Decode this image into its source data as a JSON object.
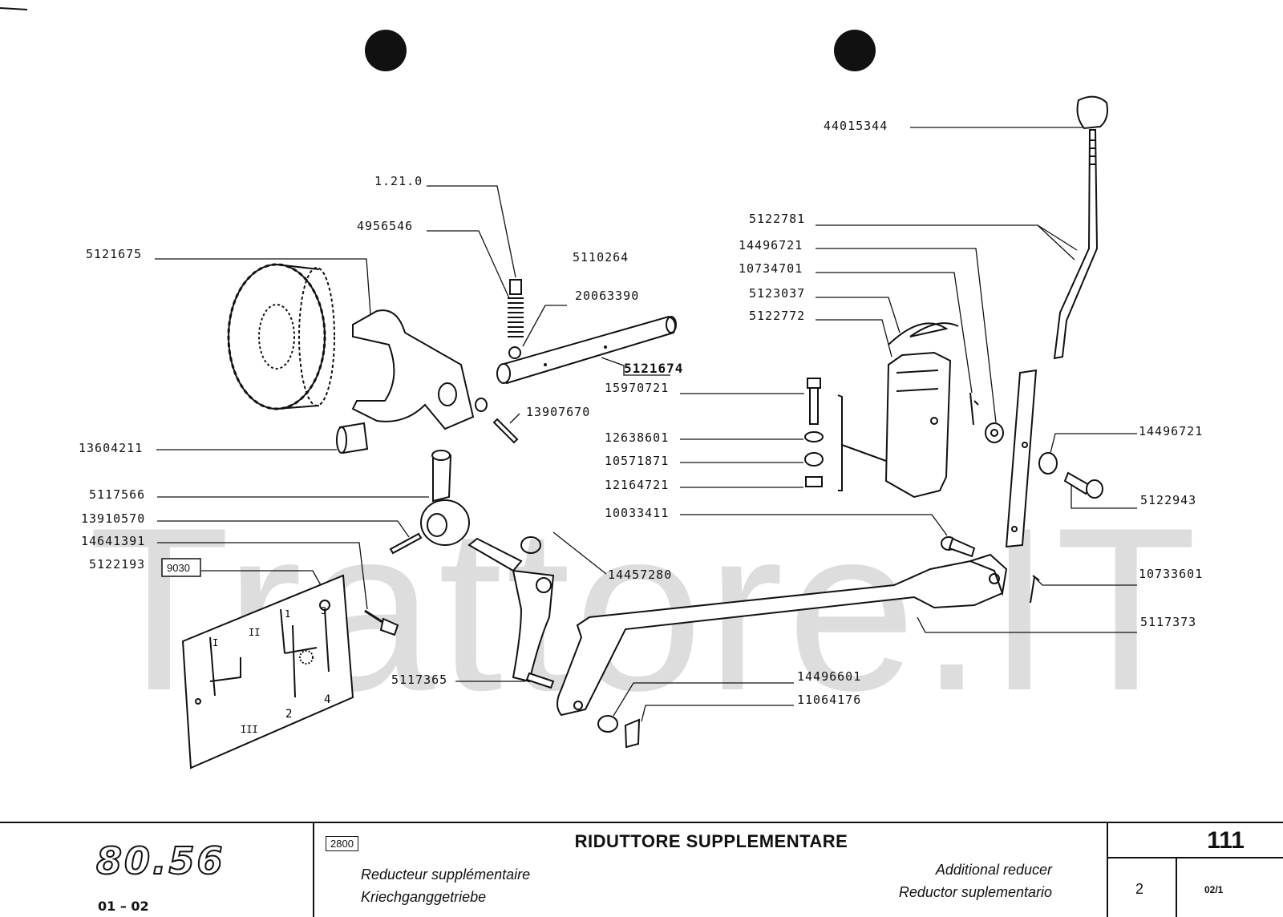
{
  "watermark": "Trattore.IT",
  "diagram": {
    "parts": [
      {
        "code": "1.21.0"
      },
      {
        "code": "4956546"
      },
      {
        "code": "5121675"
      },
      {
        "code": "5110264"
      },
      {
        "code": "20063390"
      },
      {
        "code": "5121674"
      },
      {
        "code": "13907670"
      },
      {
        "code": "13604211"
      },
      {
        "code": "5117566"
      },
      {
        "code": "13910570"
      },
      {
        "code": "14641391"
      },
      {
        "code": "5122193"
      },
      {
        "code": "9030"
      },
      {
        "code": "14457280"
      },
      {
        "code": "5117365"
      },
      {
        "code": "14496601"
      },
      {
        "code": "11064176"
      },
      {
        "code": "44015344"
      },
      {
        "code": "5122781"
      },
      {
        "code": "14496721"
      },
      {
        "code": "10734701"
      },
      {
        "code": "5123037"
      },
      {
        "code": "5122772"
      },
      {
        "code": "15970721"
      },
      {
        "code": "12638601"
      },
      {
        "code": "10571871"
      },
      {
        "code": "12164721"
      },
      {
        "code": "10033411"
      },
      {
        "code": "14496721"
      },
      {
        "code": "5122943"
      },
      {
        "code": "10733601"
      },
      {
        "code": "5117373"
      }
    ],
    "plate_marks": [
      "I",
      "II",
      "III",
      "1",
      "2",
      "3",
      "4"
    ]
  },
  "title_block": {
    "model": "80.56",
    "range": "01 – 02",
    "group_code": "2800",
    "title": "RIDUTTORE SUPPLEMENTARE",
    "title_fr": "Reducteur supplémentaire",
    "title_de": "Kriechganggetriebe",
    "title_en": "Additional reducer",
    "title_es": "Reductor suplementario",
    "page": "111",
    "sheet": "2",
    "sheet_ref": "02/1"
  }
}
